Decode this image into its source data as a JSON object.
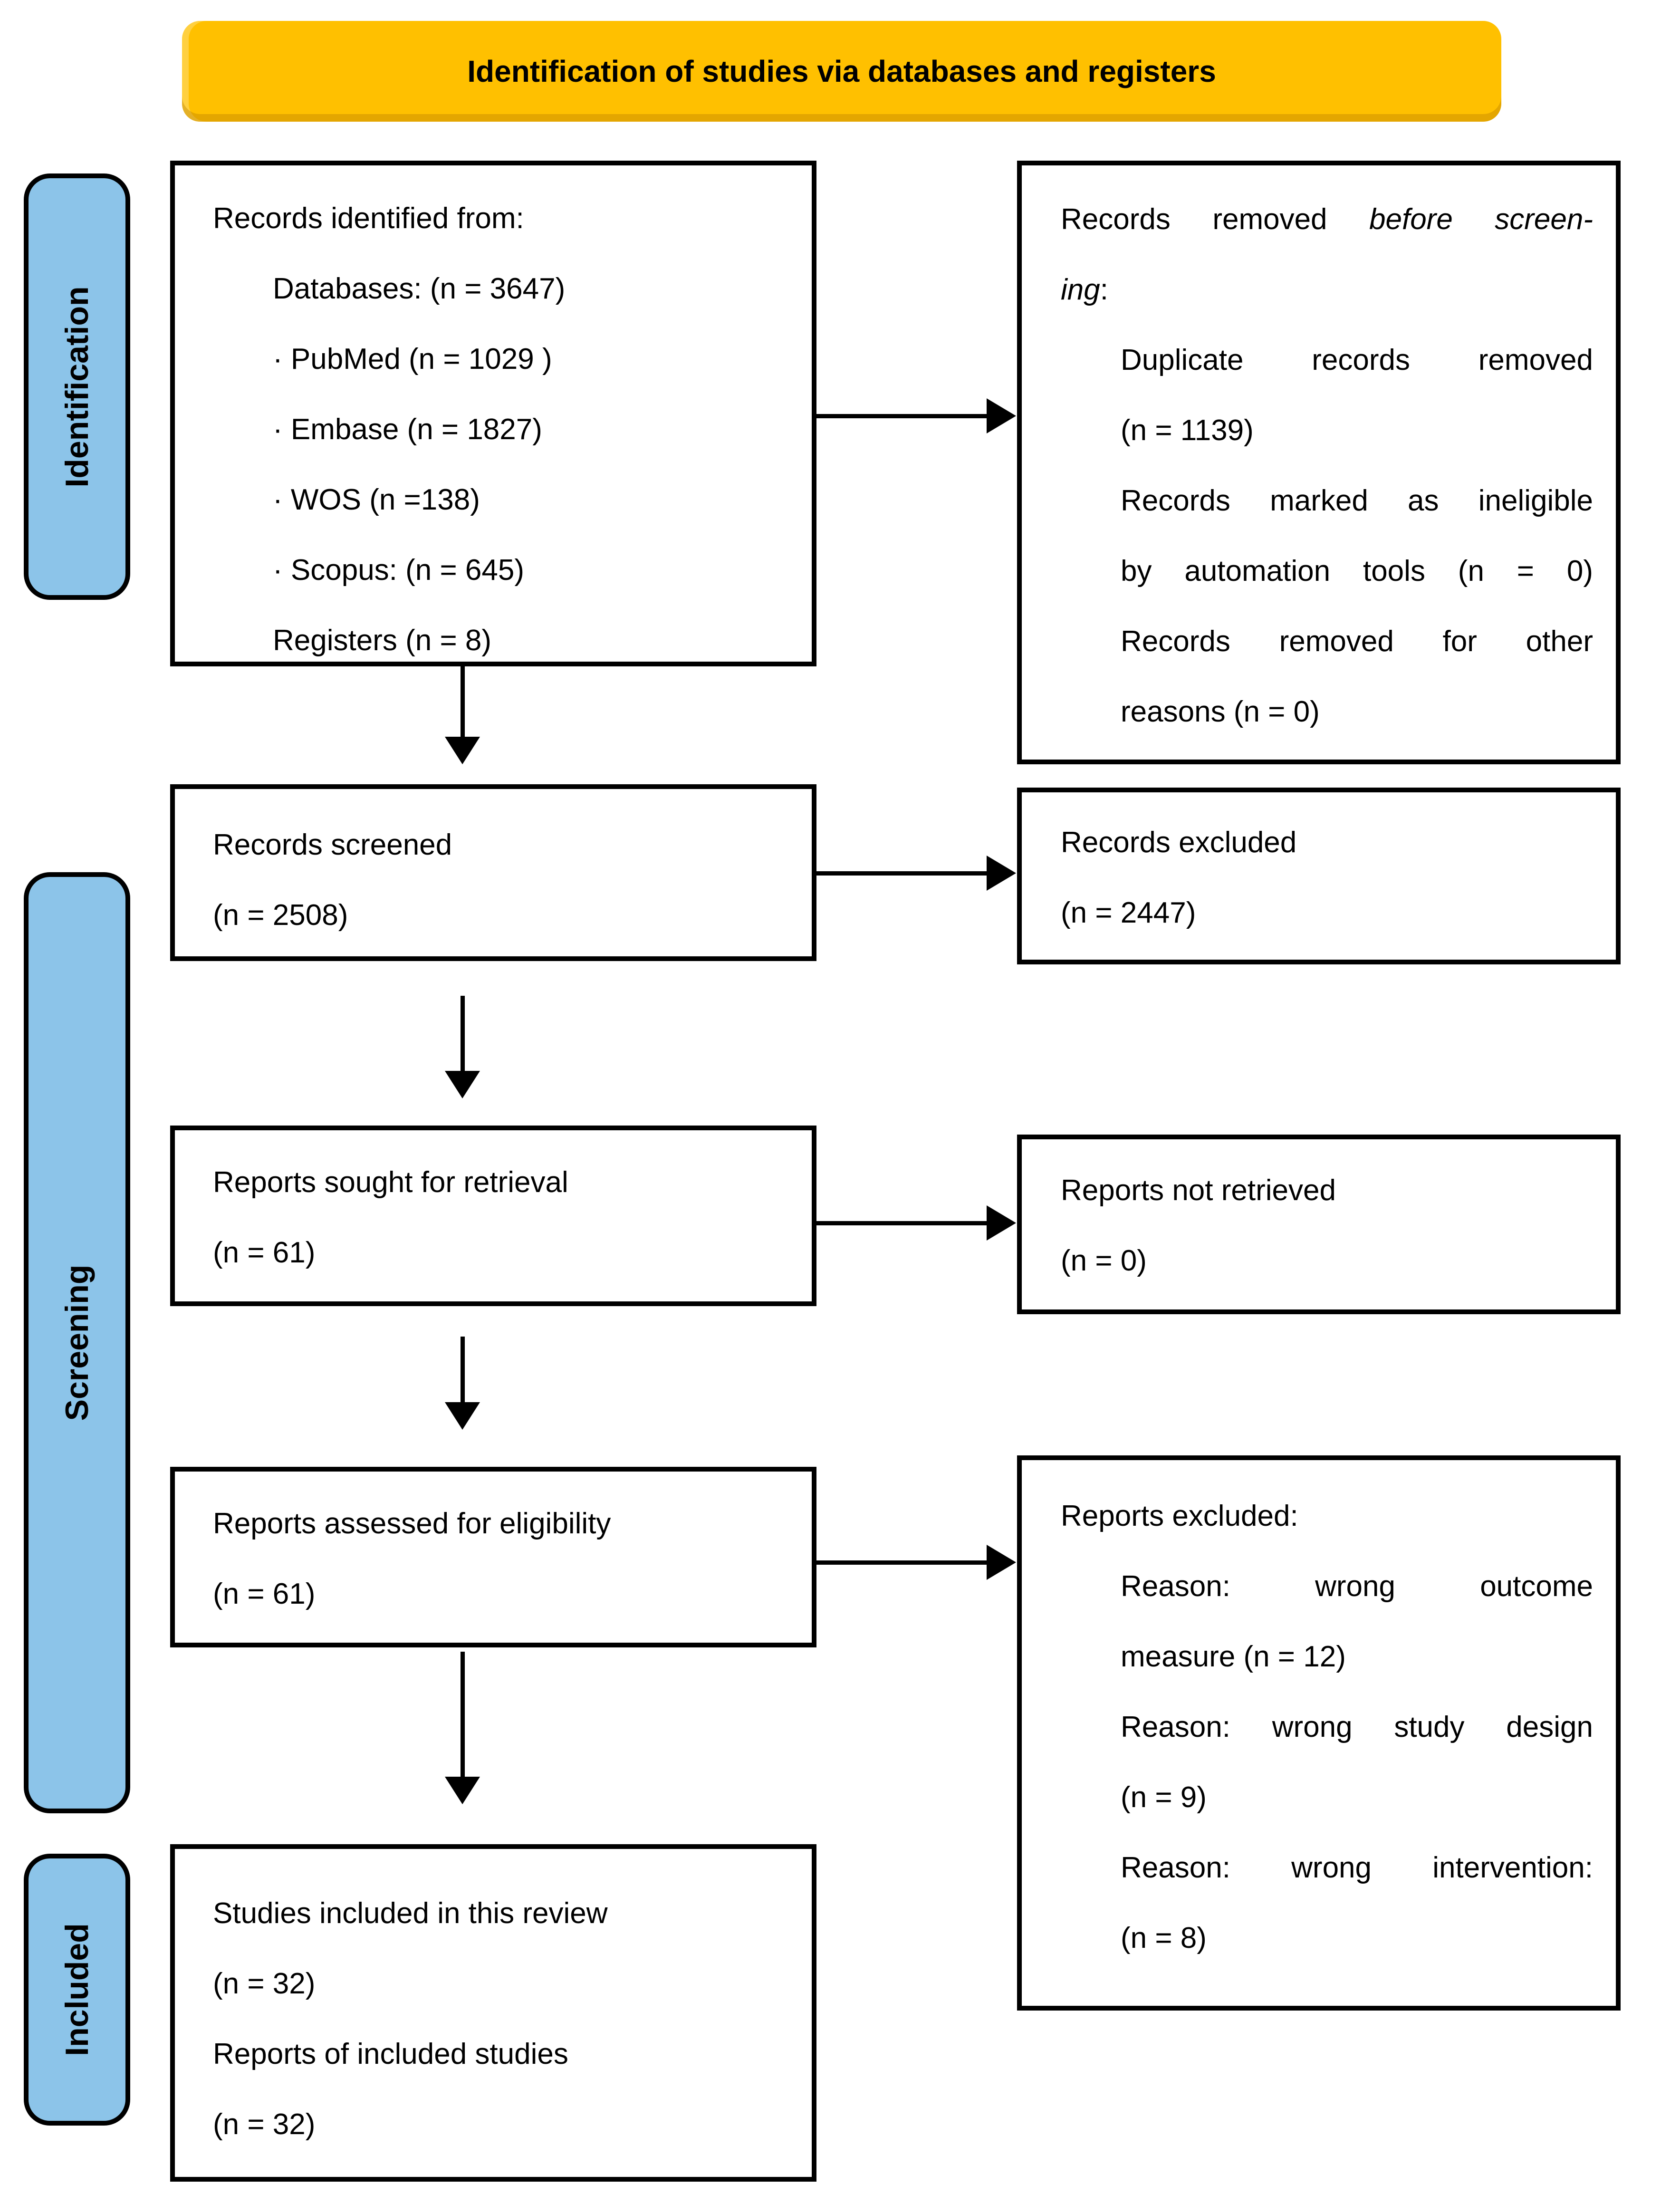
{
  "banner": {
    "label": "Identification of studies via databases and registers",
    "fill_color": "#FFC000"
  },
  "stages": [
    {
      "label": "Identification"
    },
    {
      "label": "Screening"
    },
    {
      "label": "Included"
    }
  ],
  "colors": {
    "stage_fill": "#8CC4E9",
    "banner_fill": "#FFC000",
    "box_border": "#000000",
    "text": "#000000"
  },
  "boxes": {
    "records_identified": {
      "title": "Records identified from:",
      "lines": [
        "Databases: (n = 3647)",
        "· PubMed (n = 1029 )",
        "· Embase (n = 1827)",
        "· WOS (n =138)",
        "· Scopus: (n = 645)",
        "Registers (n = 8)"
      ]
    },
    "records_removed": {
      "line1_normal": "Records removed ",
      "line1_italic": "before screen-",
      "line2_italic": "ing",
      "line2_rest": ":",
      "item1_line1": "Duplicate records removed",
      "item1_line2": "(n = 1139)",
      "item2_line1": "Records marked as ineligible",
      "item2_line2": "by automation tools (n = 0)",
      "item3_line1": "Records removed for other",
      "item3_line2": "reasons (n = 0)"
    },
    "records_screened": {
      "line1": "Records screened",
      "line2": "(n = 2508)"
    },
    "records_excluded": {
      "line1": "Records excluded",
      "line2": "(n = 2447)"
    },
    "reports_sought": {
      "line1": "Reports sought for retrieval",
      "line2": "(n = 61)"
    },
    "reports_not_retrieved": {
      "line1": "Reports not retrieved",
      "line2": "(n = 0)"
    },
    "reports_assessed": {
      "line1": "Reports assessed for eligibility",
      "line2": "(n = 61)"
    },
    "reports_excluded": {
      "title": "Reports excluded:",
      "item1_line1": "Reason: wrong outcome",
      "item1_line2": "measure (n = 12)",
      "item2_line1": "Reason: wrong study design",
      "item2_line2": "(n = 9)",
      "item3_line1": "Reason: wrong intervention:",
      "item3_line2": "(n = 8)"
    },
    "studies_included": {
      "line1": "Studies included in this review",
      "line2": "(n = 32)",
      "line3": "Reports of included studies",
      "line4": "(n = 32)"
    }
  }
}
